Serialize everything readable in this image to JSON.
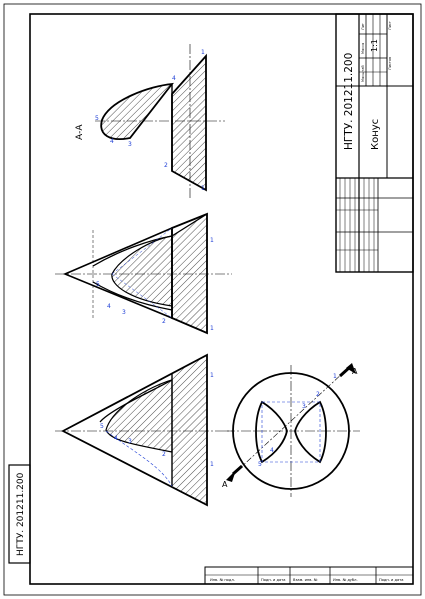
{
  "title_block": {
    "designation": "НГТУ. 201211.200",
    "name": "Конус",
    "scale": "1:1",
    "col_headers": [
      "Лит",
      "Масса",
      "Масштаб"
    ],
    "sheet_label": "Лист",
    "sheets_label": "Листов"
  },
  "side_stamp": {
    "designation": "НГТУ. 201211.200"
  },
  "section": {
    "label": "А-А"
  },
  "cut_plane": {
    "label_a": "А"
  },
  "points": {
    "top_view": [
      "1",
      "2",
      "3",
      "4",
      "5"
    ],
    "front_view": [
      "1",
      "2",
      "3",
      "4",
      "5"
    ],
    "side_view": [
      "1",
      "2",
      "3",
      "4",
      "5"
    ],
    "section_view": [
      "1",
      "2",
      "3",
      "4",
      "5"
    ]
  },
  "bottom_strip": [
    "Инв. № подл.",
    "Подп. и дата",
    "Взам. инв. №",
    "Инв. № дубл.",
    "Подп. и дата"
  ],
  "colors": {
    "line": "#000000",
    "annotation": "#1f3fd6",
    "hatch": "#000000"
  }
}
